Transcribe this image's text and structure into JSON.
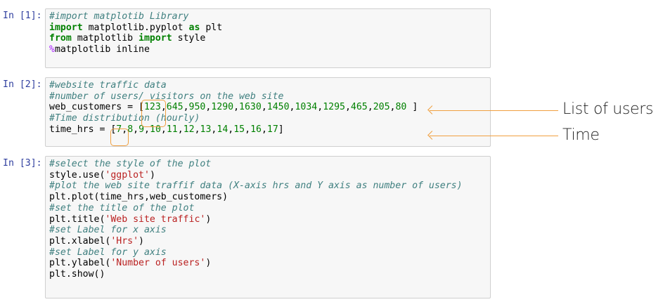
{
  "cells": [
    {
      "prompt": "In [1]:",
      "lines": [
        [
          {
            "t": "c",
            "v": "#import matplotib Library"
          }
        ],
        [
          {
            "t": "k",
            "v": "import"
          },
          {
            "t": "p",
            "v": " matplotlib.pyplot "
          },
          {
            "t": "k",
            "v": "as"
          },
          {
            "t": "p",
            "v": " plt"
          }
        ],
        [
          {
            "t": "k",
            "v": "from"
          },
          {
            "t": "p",
            "v": " matplotlib "
          },
          {
            "t": "k",
            "v": "import"
          },
          {
            "t": "p",
            "v": " style"
          }
        ],
        [
          {
            "t": "m",
            "v": "%"
          },
          {
            "t": "p",
            "v": "matplotlib inline"
          }
        ]
      ]
    },
    {
      "prompt": "In [2]:",
      "lines": [
        [
          {
            "t": "c",
            "v": "#website traffic data"
          }
        ],
        [
          {
            "t": "c",
            "v": "#number of users/ visitors on the web site"
          }
        ],
        [
          {
            "t": "p",
            "v": "web_customers = ["
          },
          {
            "t": "n",
            "v": "123"
          },
          {
            "t": "p",
            "v": ","
          },
          {
            "t": "n",
            "v": "645"
          },
          {
            "t": "p",
            "v": ","
          },
          {
            "t": "n",
            "v": "950"
          },
          {
            "t": "p",
            "v": ","
          },
          {
            "t": "n",
            "v": "1290"
          },
          {
            "t": "p",
            "v": ","
          },
          {
            "t": "n",
            "v": "1630"
          },
          {
            "t": "p",
            "v": ","
          },
          {
            "t": "n",
            "v": "1450"
          },
          {
            "t": "p",
            "v": ","
          },
          {
            "t": "n",
            "v": "1034"
          },
          {
            "t": "p",
            "v": ","
          },
          {
            "t": "n",
            "v": "1295"
          },
          {
            "t": "p",
            "v": ","
          },
          {
            "t": "n",
            "v": "465"
          },
          {
            "t": "p",
            "v": ","
          },
          {
            "t": "n",
            "v": "205"
          },
          {
            "t": "p",
            "v": ","
          },
          {
            "t": "n",
            "v": "80"
          },
          {
            "t": "p",
            "v": " ]"
          }
        ],
        [
          {
            "t": "c",
            "v": "#Time distribution (hourly)"
          }
        ],
        [
          {
            "t": "p",
            "v": "time_hrs = ["
          },
          {
            "t": "n",
            "v": "7"
          },
          {
            "t": "p",
            "v": ","
          },
          {
            "t": "n",
            "v": "8"
          },
          {
            "t": "p",
            "v": ","
          },
          {
            "t": "n",
            "v": "9"
          },
          {
            "t": "p",
            "v": ","
          },
          {
            "t": "n",
            "v": "10"
          },
          {
            "t": "p",
            "v": ","
          },
          {
            "t": "n",
            "v": "11"
          },
          {
            "t": "p",
            "v": ","
          },
          {
            "t": "n",
            "v": "12"
          },
          {
            "t": "p",
            "v": ","
          },
          {
            "t": "n",
            "v": "13"
          },
          {
            "t": "p",
            "v": ","
          },
          {
            "t": "n",
            "v": "14"
          },
          {
            "t": "p",
            "v": ","
          },
          {
            "t": "n",
            "v": "15"
          },
          {
            "t": "p",
            "v": ","
          },
          {
            "t": "n",
            "v": "16"
          },
          {
            "t": "p",
            "v": ","
          },
          {
            "t": "n",
            "v": "17"
          },
          {
            "t": "p",
            "v": "]"
          }
        ]
      ]
    },
    {
      "prompt": "In [3]:",
      "lines": [
        [
          {
            "t": "c",
            "v": "#select the style of the plot"
          }
        ],
        [
          {
            "t": "p",
            "v": "style.use("
          },
          {
            "t": "s",
            "v": "'ggplot'"
          },
          {
            "t": "p",
            "v": ")"
          }
        ],
        [
          {
            "t": "c",
            "v": "#plot the web site traffif data (X-axis hrs and Y axis as number of users)"
          }
        ],
        [
          {
            "t": "p",
            "v": "plt.plot(time_hrs,web_customers)"
          }
        ],
        [
          {
            "t": "c",
            "v": "#set the title of the plot"
          }
        ],
        [
          {
            "t": "p",
            "v": "plt.title("
          },
          {
            "t": "s",
            "v": "'Web site traffic'"
          },
          {
            "t": "p",
            "v": ")"
          }
        ],
        [
          {
            "t": "c",
            "v": "#set Label for x axis"
          }
        ],
        [
          {
            "t": "p",
            "v": "plt.xlabel("
          },
          {
            "t": "s",
            "v": "'Hrs'"
          },
          {
            "t": "p",
            "v": ")"
          }
        ],
        [
          {
            "t": "c",
            "v": "#set Label for y axis"
          }
        ],
        [
          {
            "t": "p",
            "v": "plt.ylabel("
          },
          {
            "t": "s",
            "v": "'Number of users'"
          },
          {
            "t": "p",
            "v": ")"
          }
        ],
        [
          {
            "t": "p",
            "v": "plt.show()"
          }
        ]
      ]
    }
  ],
  "annotations": {
    "users_label": "List of users",
    "time_label": "Time",
    "accent_color": "#f0a040"
  }
}
